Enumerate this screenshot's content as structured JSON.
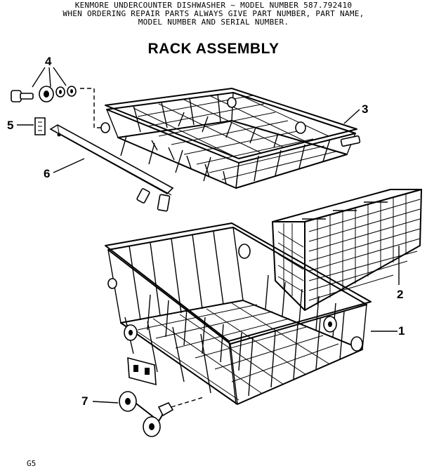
{
  "header": {
    "line1": "KENMORE UNDERCOUNTER DISHWASHER ~ MODEL NUMBER 587.792410",
    "line2": "WHEN ORDERING REPAIR PARTS ALWAYS GIVE PART NUMBER, PART NAME,",
    "line3": "MODEL NUMBER AND SERIAL NUMBER."
  },
  "title": "RACK ASSEMBLY",
  "callouts": {
    "c1": "1",
    "c2": "2",
    "c3": "3",
    "c4": "4",
    "c5": "5",
    "c6": "6",
    "c7": "7"
  },
  "footer": "G5"
}
